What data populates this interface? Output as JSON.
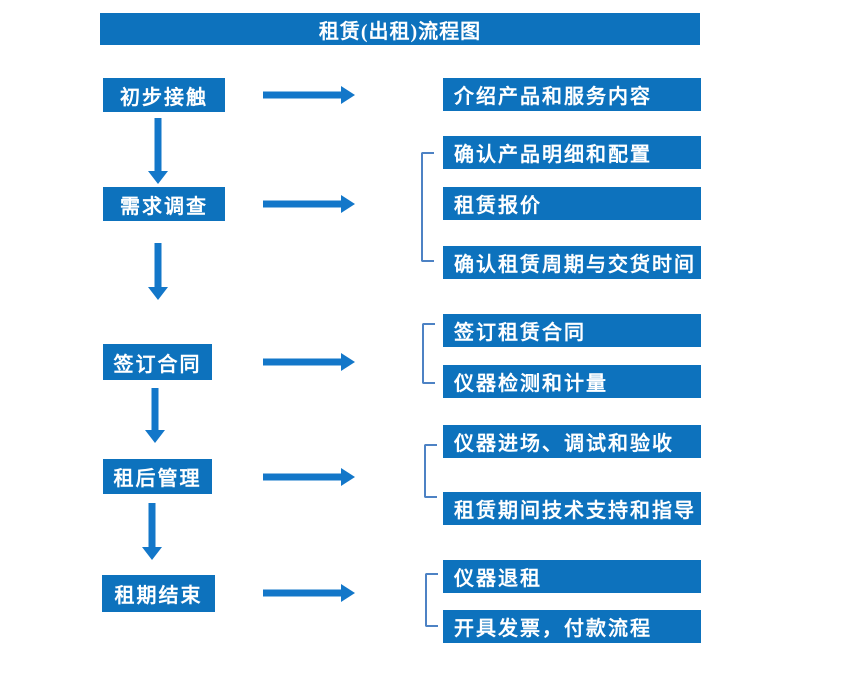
{
  "title": "租赁(出租)流程图",
  "colors": {
    "box_blue": "#0d72bd",
    "arrow_blue": "#1377c9",
    "bracket_blue": "#4d82c4",
    "text_white": "#ffffff",
    "background": "#ffffff"
  },
  "steps": [
    {
      "label": "初步接触",
      "details": [
        "介绍产品和服务内容"
      ]
    },
    {
      "label": "需求调查",
      "details": [
        "确认产品明细和配置",
        "租赁报价",
        "确认租赁周期与交货时间"
      ]
    },
    {
      "label": "签订合同",
      "details": [
        "签订租赁合同",
        "仪器检测和计量"
      ]
    },
    {
      "label": "租后管理",
      "details": [
        "仪器进场、调试和验收",
        "租赁期间技术支持和指导"
      ]
    },
    {
      "label": "租期结束",
      "details": [
        "仪器退租",
        "开具发票，付款流程"
      ]
    }
  ]
}
